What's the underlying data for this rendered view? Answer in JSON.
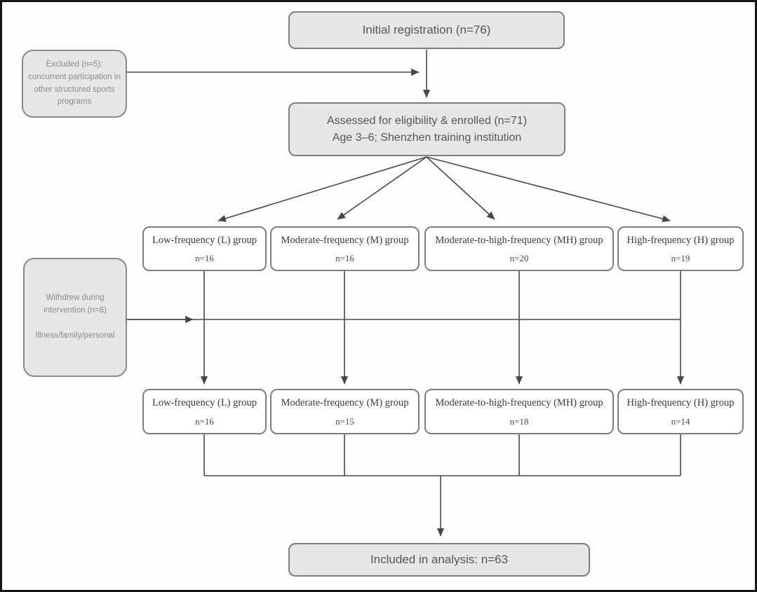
{
  "colors": {
    "box_fill_gray": "#e6e6e6",
    "box_fill_white": "#ffffff",
    "box_border": "#7e7e7e",
    "line": "#474747",
    "text_dark": "#555555",
    "text_light": "#8a8a8a",
    "frame_border": "#161616"
  },
  "flow": {
    "initial": {
      "label": "Initial registration (n=76)"
    },
    "excluded": {
      "label": "Excluded (n=5):\nconcurrent participation in\nother structured sports\nprograms"
    },
    "assessed": {
      "label": "Assessed for eligibility & enrolled (n=71)\nAge 3–6; Shenzhen training institution"
    },
    "withdrew": {
      "label": "Withdrew during\nintervention (n=8)\n\nIllness/family/personal"
    },
    "allocation": {
      "groups": [
        {
          "name": "Low-frequency (L) group",
          "n": "n=16"
        },
        {
          "name": "Moderate-frequency (M) group",
          "n": "n=16"
        },
        {
          "name": "Moderate-to-high-frequency (MH) group",
          "n": "n=20"
        },
        {
          "name": "High-frequency (H) group",
          "n": "n=19"
        }
      ]
    },
    "completed": {
      "groups": [
        {
          "name": "Low-frequency (L) group",
          "n": "n=16"
        },
        {
          "name": "Moderate-frequency (M) group",
          "n": "n=15"
        },
        {
          "name": "Moderate-to-high-frequency (MH) group",
          "n": "n=18"
        },
        {
          "name": "High-frequency (H) group",
          "n": "n=14"
        }
      ]
    },
    "included": {
      "label": "Included in analysis: n=63"
    }
  }
}
